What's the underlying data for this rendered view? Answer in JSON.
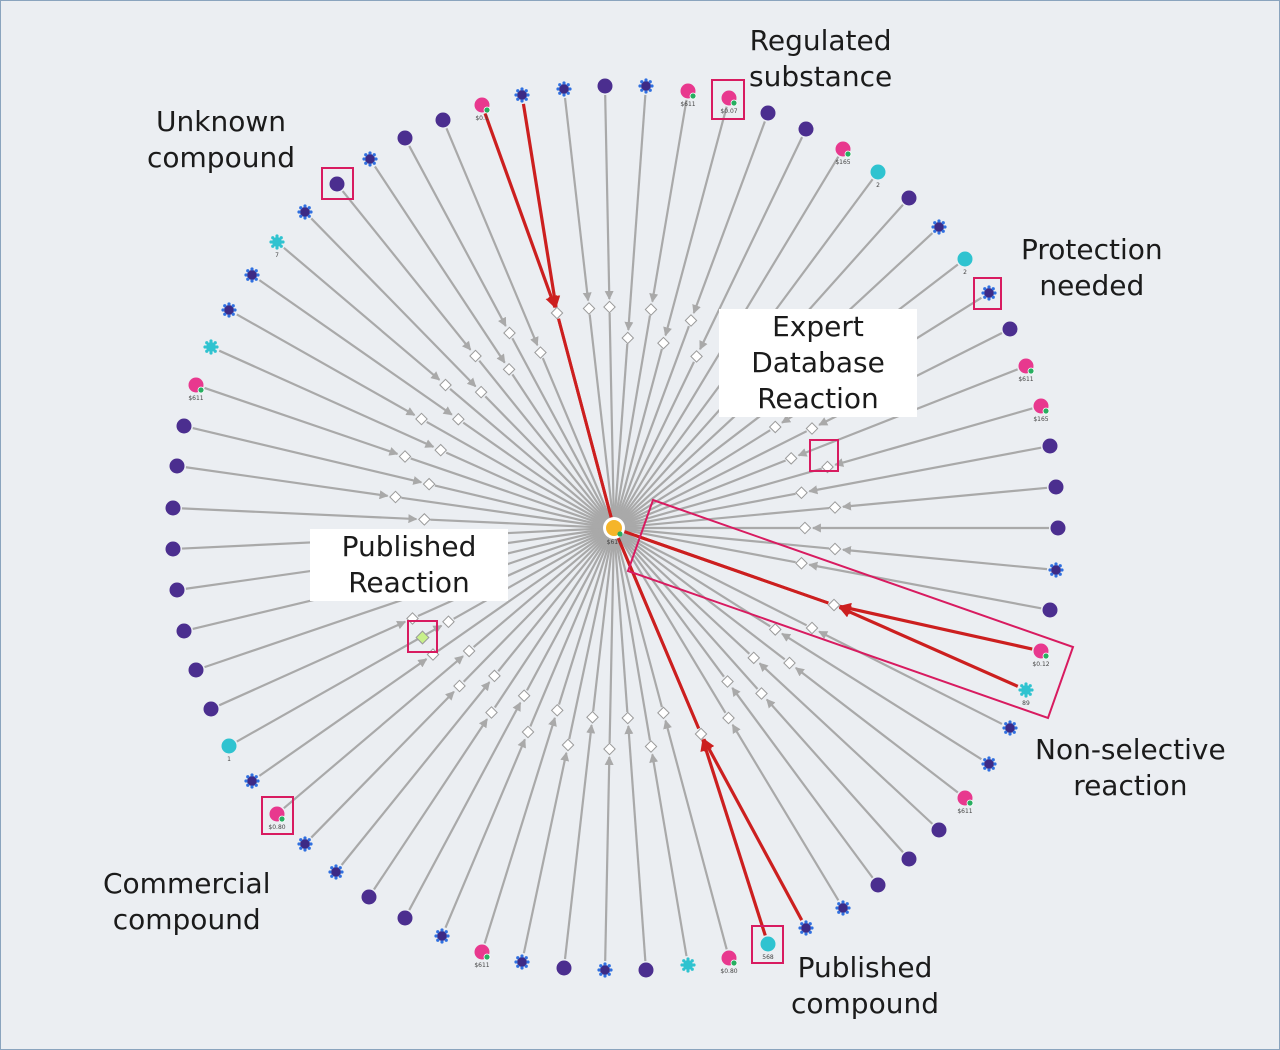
{
  "callouts": {
    "regulated": [
      "Regulated",
      "substance"
    ],
    "unknown": [
      "Unknown",
      "compound"
    ],
    "protection": [
      "Protection",
      "needed"
    ],
    "expert": [
      "Expert",
      "Database",
      "Reaction"
    ],
    "published_reaction": [
      "Published",
      "Reaction"
    ],
    "non_selective": [
      "Non-selective",
      "reaction"
    ],
    "commercial": [
      "Commercial",
      "compound"
    ],
    "published_compound": [
      "Published",
      "compound"
    ]
  },
  "center_node": {
    "label": "$61?",
    "color": "#f5b52a"
  },
  "node_prices": [
    "$0.1",
    "$611",
    "$0.07",
    "$165",
    "2",
    "2",
    "$611",
    "$165",
    "$0.12",
    "89",
    "$611",
    "568",
    "$0.80",
    "$611",
    "$0.80",
    "1",
    "7",
    "$611"
  ],
  "legend_colors": {
    "unknown": "#4b2e8f",
    "commercial": "#e8388e",
    "published": "#2fc3d0",
    "star": "#3d2a85",
    "edge": "#a9a9a9",
    "highlight_edge": "#cc1f1f",
    "highlight_box": "#d81b60",
    "center": "#f5b52a"
  }
}
